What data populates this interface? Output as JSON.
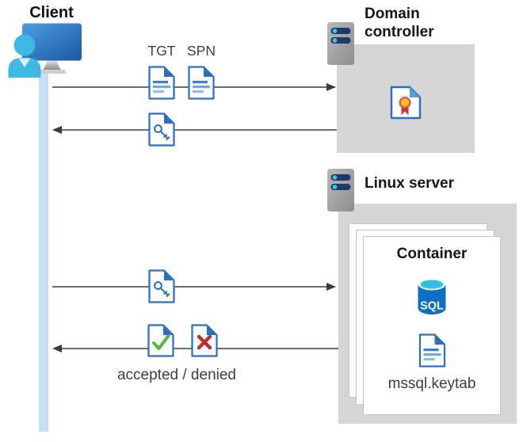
{
  "client": {
    "label": "Client"
  },
  "domain_controller": {
    "label": "Domain controller"
  },
  "linux_server": {
    "label": "Linux server"
  },
  "container": {
    "title": "Container",
    "sql_label": "SQL",
    "keytab_label": "mssql.keytab"
  },
  "messages": {
    "tgt_label": "TGT",
    "spn_label": "SPN",
    "result_label": "accepted / denied"
  },
  "colors": {
    "document_blue": "#2B6FBE",
    "document_line_blue": "#6FA7DE",
    "accepted_green": "#5FB346",
    "denied_red": "#BA3030",
    "lifeline_blue": "#C6DEF8",
    "box_gray": "#D6D6D6",
    "sql_body_blue": "#0F6FC5",
    "sql_top_cyan": "#35BDE1",
    "server_pill_navy": "#1E3A69",
    "server_dot_cyan": "#3FC6EC",
    "arrow_gray": "#3C3C3C",
    "client_person_cyan": "#3FB9E3",
    "medal_yellow": "#FFC81A",
    "medal_ribbon_red": "#C9353F"
  }
}
